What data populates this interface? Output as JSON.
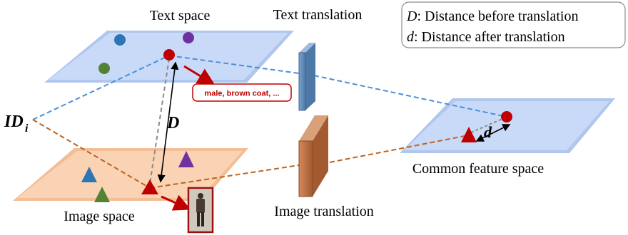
{
  "labels": {
    "text_space": "Text space",
    "text_translation": "Text translation",
    "image_space": "Image space",
    "image_translation": "Image translation",
    "common_space": "Common feature space",
    "id_symbol": "ID",
    "id_subscript": "i",
    "big_d": "D",
    "small_d": "d",
    "text_tag": "male, brown coat, ..."
  },
  "legend": {
    "line1_symbol": "D",
    "line1_text": ": Distance before translation",
    "line2_symbol": "d",
    "line2_text": ": Distance after translation"
  },
  "colors": {
    "text_plane_fill": "#c9daf8",
    "text_plane_edge": "#a9c0ea",
    "image_plane_fill": "#f9d3b4",
    "image_plane_edge": "#f2b98f",
    "text_translation_box": "#5b86b4",
    "image_translation_box": "#b5683b",
    "text_path": "#4a90d9",
    "image_path": "#c0621b",
    "red_marker": "#c00000",
    "tag_border": "#c00000"
  },
  "icons": {
    "person_photo": "person-photo-icon"
  }
}
